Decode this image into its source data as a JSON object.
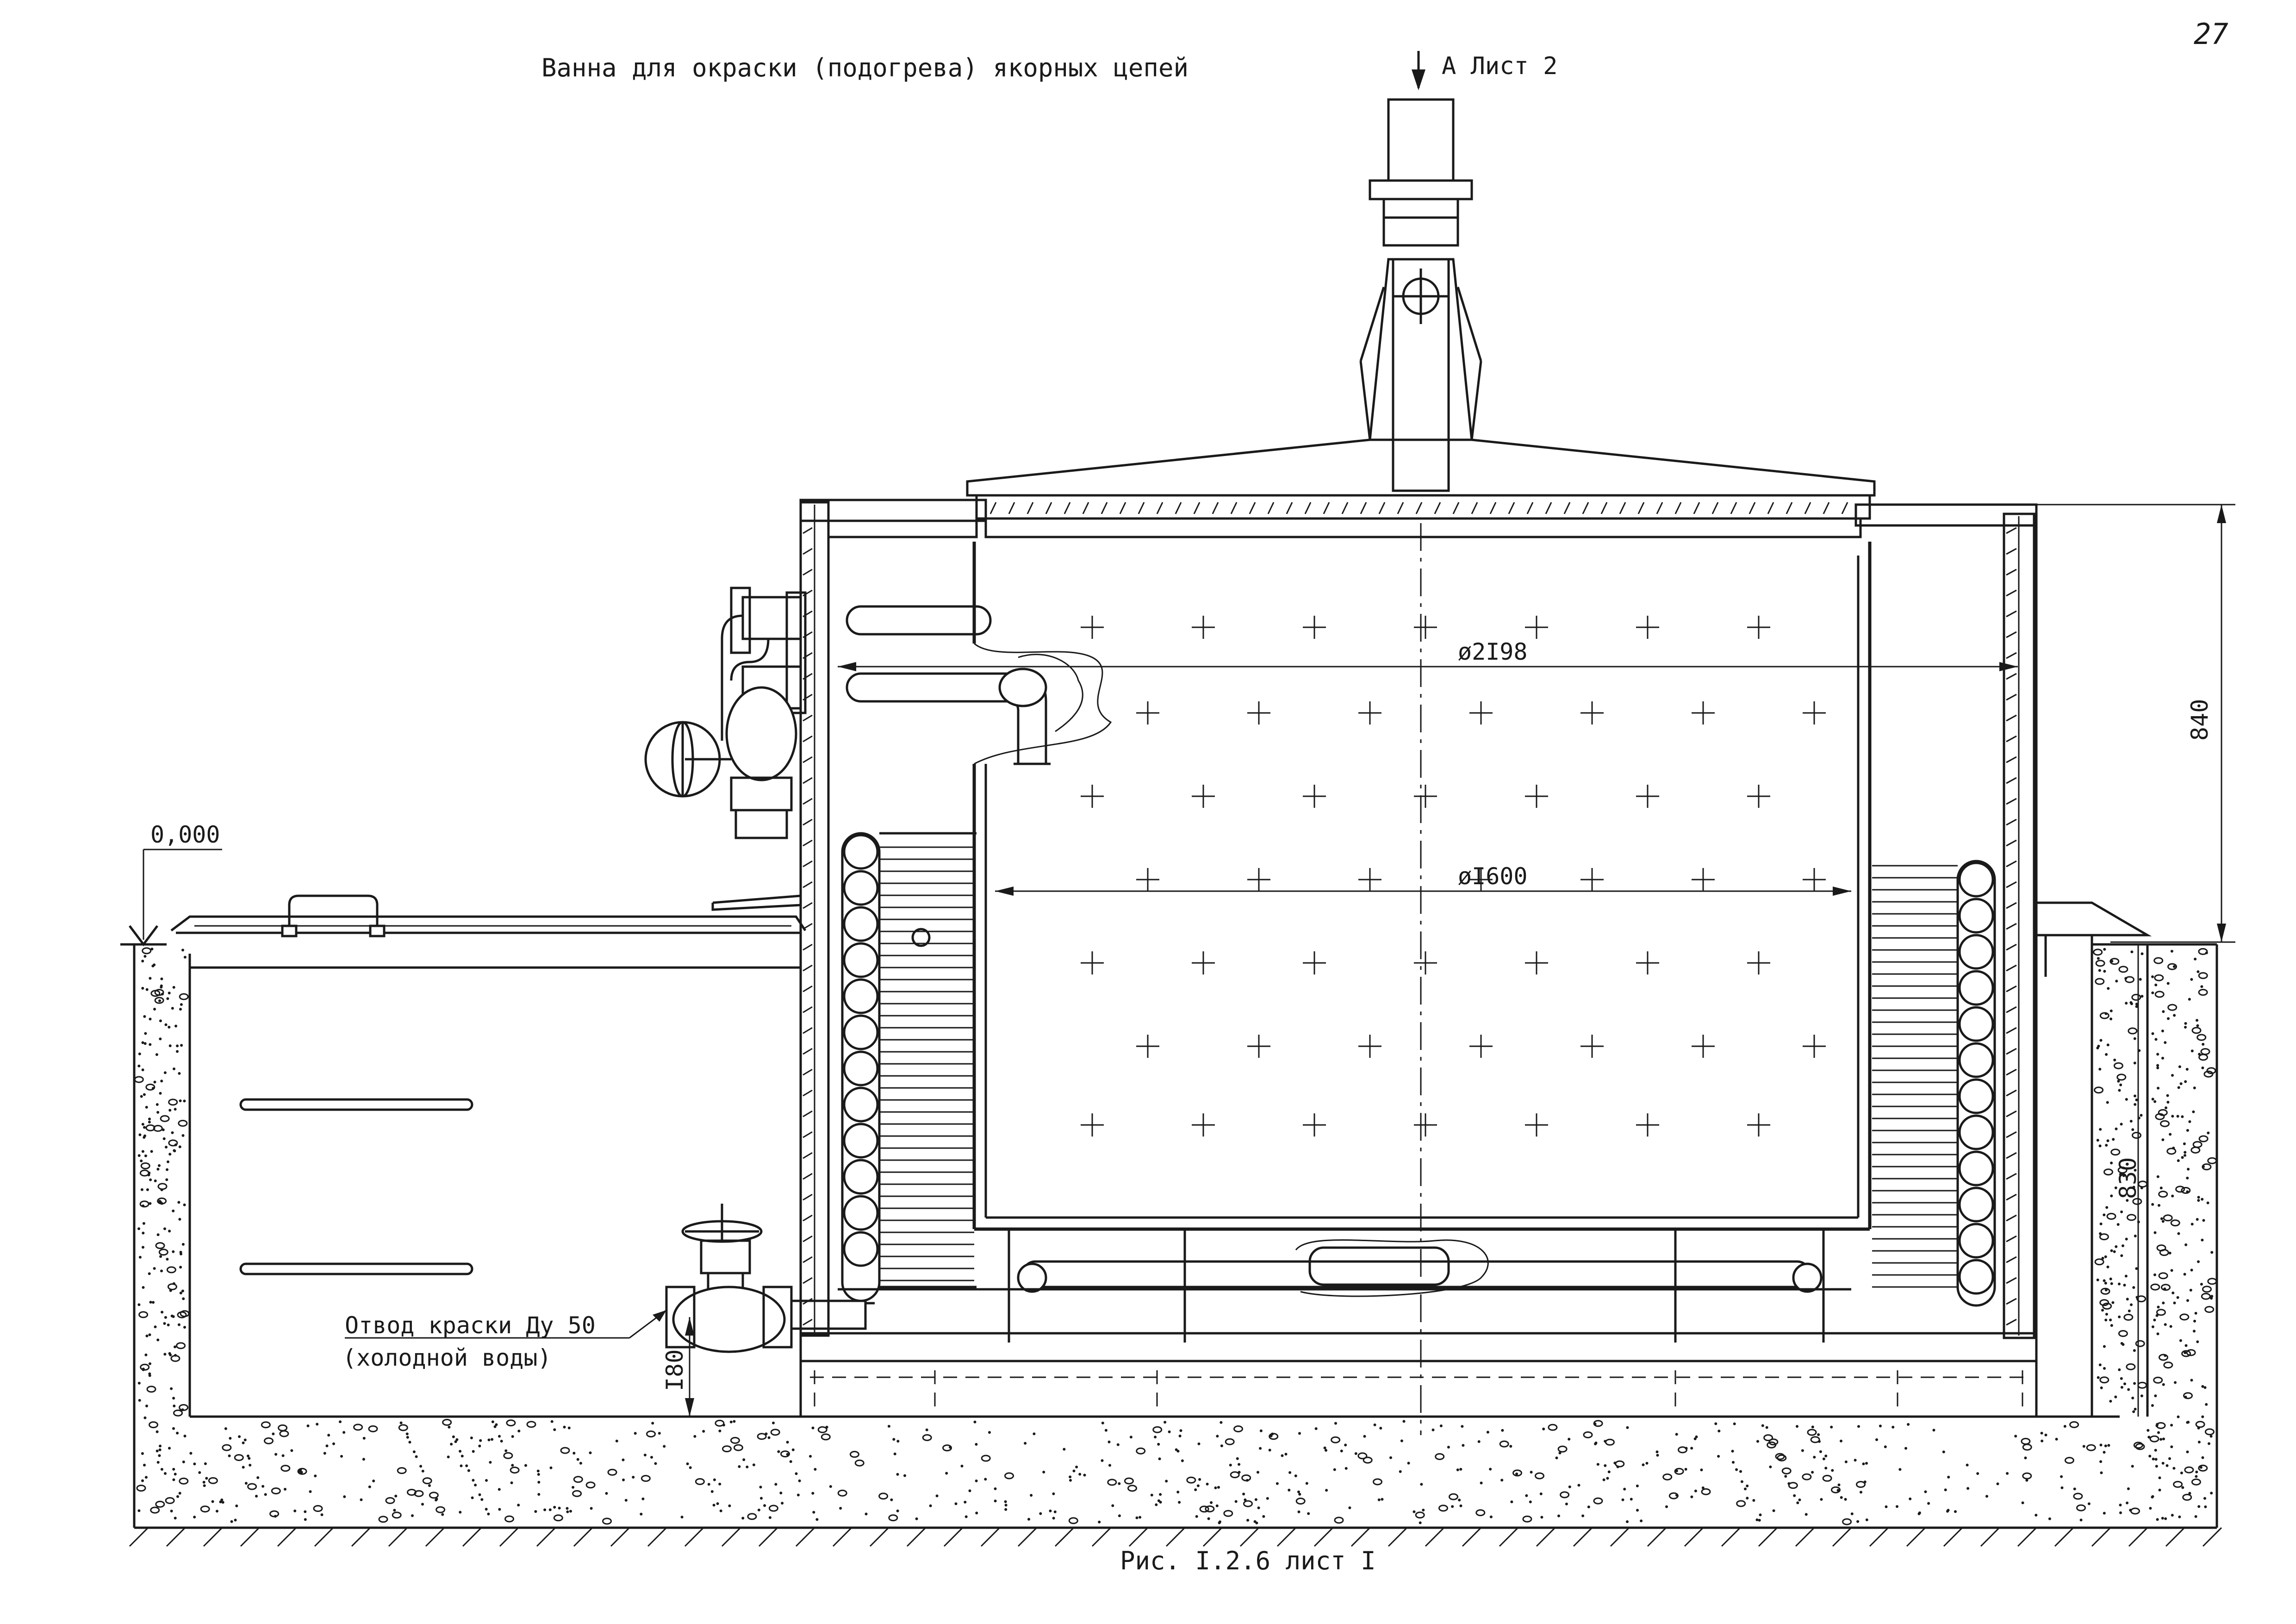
{
  "drawing": {
    "title": "Ванна для окраски (подогрева) якорных цепей",
    "page_number": "27",
    "view_reference": "А Лист 2",
    "caption": "Рис. I.2.6 лист I",
    "level_mark": "0,000",
    "drain_label_line1": "Отвод краски Ду 50",
    "drain_label_line2": "(холодной воды)",
    "dimensions": {
      "outer_diameter": "ø2I98",
      "inner_diameter": "øI600",
      "height_above_floor": "840",
      "pit_depth": "830",
      "drain_height": "I80"
    }
  }
}
